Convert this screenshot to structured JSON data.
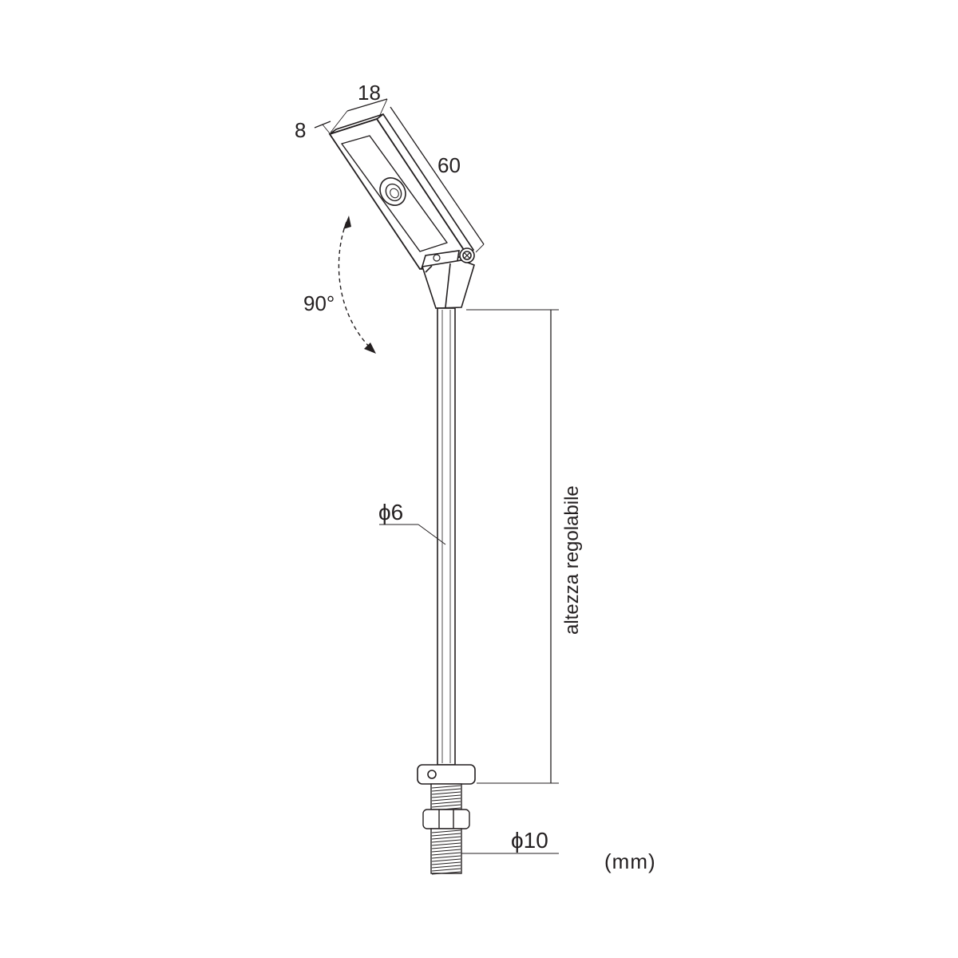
{
  "dimensions": {
    "head_width": "18",
    "head_depth": "8",
    "head_length": "60",
    "tilt_angle": "90°",
    "rod_diameter": "ϕ6",
    "thread_diameter": "ϕ10",
    "adjustable_height": "altezza regolabile",
    "units": "(mm)"
  },
  "colors": {
    "line": "#231f20",
    "background": "#ffffff"
  }
}
